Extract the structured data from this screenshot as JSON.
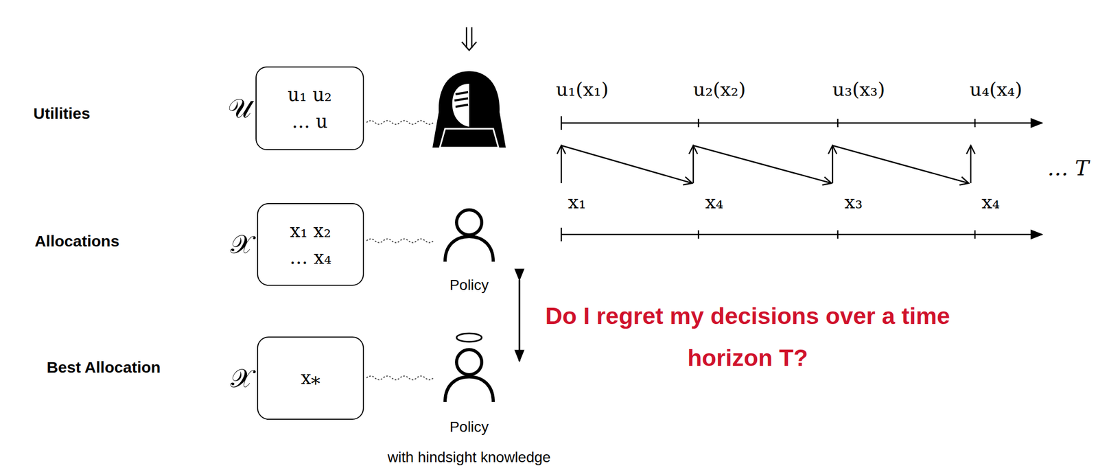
{
  "diagram": {
    "nodes": [
      {
        "text": [
          "𝒰",
          "u₁ u₂",
          "… u"
        ]
      },
      {
        "text": [
          "𝒳",
          "x₁ x₂",
          "… x₄"
        ]
      },
      {
        "text": [
          "𝒳",
          "x⁎"
        ]
      }
    ],
    "labels": [
      "Utilities",
      "Allocations",
      "Best Allocation",
      "Policy",
      "Policy",
      "with hindsight knowledge",
      "u₁(x₁)",
      "u₂(x₂)",
      "u₃(x₃)",
      "u₄(x₄)",
      "x₁",
      "x₄",
      "x₃",
      "x₄",
      "… T",
      "Do I regret my decisions over a time horizon T?"
    ]
  }
}
